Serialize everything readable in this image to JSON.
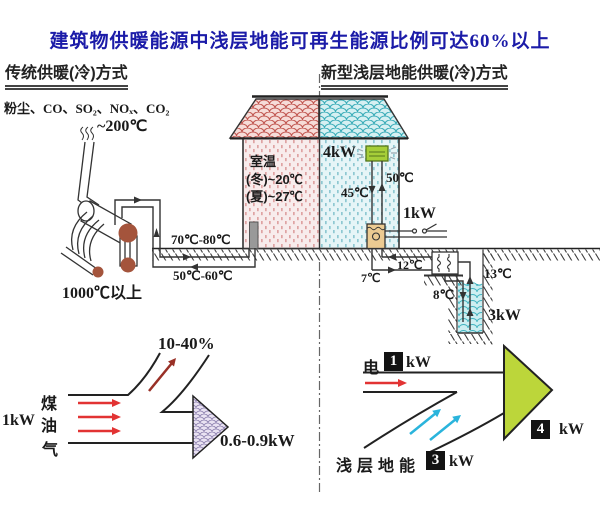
{
  "title": {
    "text": "建筑物供暖能源中浅层地能可再生能源比例可达60%以上"
  },
  "colors": {
    "title_blue": "#1b1ba8",
    "roof_left_scale": "#c0554f",
    "roof_right_scale": "#3aacb8",
    "wall_left": "#f8ecec",
    "wall_right": "#e6f5f7",
    "fan_coil_green": "#a6ce39",
    "heat_pump_tan": "#eccb92",
    "big_arrow_green": "#bcd63a",
    "red_arrow": "#e23333",
    "cyan_arrow": "#2ab4dc",
    "dark_red_arrow": "#993026",
    "boiler_brown": "#a4543c",
    "well_water": "#cdeef1"
  },
  "traditional": {
    "header": "传统供暖(冷)方式",
    "pollutants": "粉尘、CO、SO₂、NOₓ、CO₂",
    "flue_temp": "~200℃",
    "boiler_temp": "1000℃以上",
    "supply_temp": "70℃-80℃",
    "return_temp": "50℃-60℃"
  },
  "house": {
    "room_label": "室温",
    "winter_temp": "(冬)~20℃",
    "summer_temp": "(夏)~27℃"
  },
  "modern": {
    "header": "新型浅层地能供暖(冷)方式",
    "fan_coil_power": "4kW",
    "supply_temp": "50℃",
    "return_temp": "45℃",
    "pump_power": "1kW",
    "loop_supply_temp": "12℃",
    "loop_return_temp": "7℃",
    "well_up_temp": "13℃",
    "well_down_temp": "8℃",
    "well_power": "3kW"
  },
  "energy_flow_left": {
    "input_power": "1kW",
    "fuel_coal": "煤",
    "fuel_oil": "油",
    "fuel_gas": "气",
    "loss": "10-40%",
    "output": "0.6-0.9kW"
  },
  "energy_flow_right": {
    "electric_label": "电",
    "electric_value": "1",
    "electric_unit": "kW",
    "geo_label": "浅层地能",
    "geo_value": "3",
    "geo_unit": "kW",
    "total_value": "4",
    "total_unit": "kW"
  }
}
